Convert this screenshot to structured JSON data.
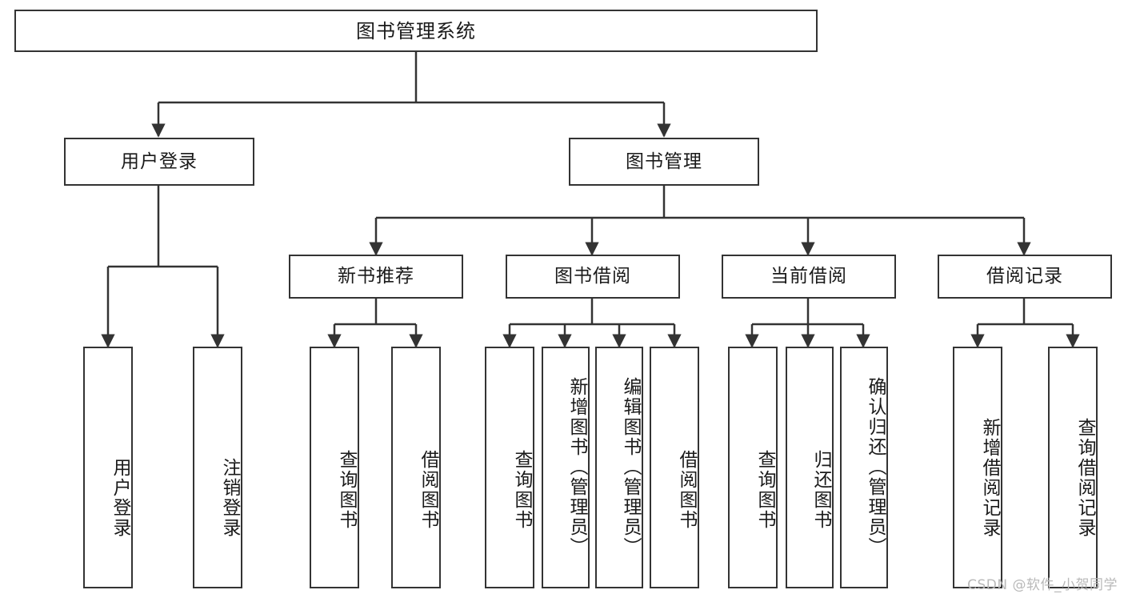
{
  "diagram": {
    "title": "图书管理系统",
    "watermark": "CSDN @软件_小贺同学",
    "background_color": "#ffffff",
    "stroke_color": "#333333",
    "text_color": "#1a1a1a",
    "levels": {
      "level1": {
        "label": "图书管理系统"
      },
      "level2": [
        {
          "label": "用户登录"
        },
        {
          "label": "图书管理"
        }
      ],
      "level3": [
        {
          "label": "新书推荐"
        },
        {
          "label": "图书借阅"
        },
        {
          "label": "当前借阅"
        },
        {
          "label": "借阅记录"
        }
      ],
      "level4": {
        "user_login": [
          {
            "label": "用户登录"
          },
          {
            "label": "注销登录"
          }
        ],
        "new_book_recommend": [
          {
            "label": "查询图书"
          },
          {
            "label": "借阅图书"
          }
        ],
        "book_borrow": [
          {
            "label": "查询图书"
          },
          {
            "label": "新增图书（管理员）"
          },
          {
            "label": "编辑图书（管理员）"
          },
          {
            "label": "借阅图书"
          }
        ],
        "current_borrow": [
          {
            "label": "查询图书"
          },
          {
            "label": "归还图书"
          },
          {
            "label": "确认归还（管理员）"
          }
        ],
        "borrow_record": [
          {
            "label": "新增借阅记录"
          },
          {
            "label": "查询借阅记录"
          }
        ]
      }
    }
  }
}
